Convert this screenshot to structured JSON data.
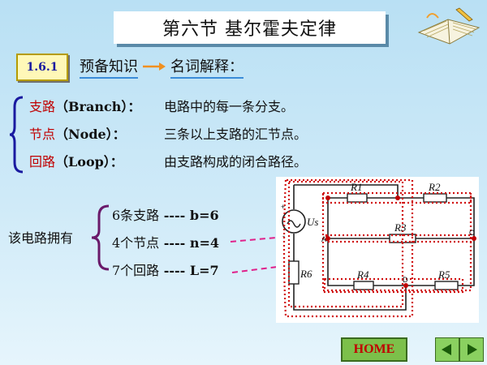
{
  "title": "第六节  基尔霍夫定律",
  "section": {
    "number": "1.6.1",
    "heading_left": "预备知识",
    "heading_right": "名词解释："
  },
  "definitions": [
    {
      "term": "支路",
      "english": "（Branch）：",
      "text": "电路中的每一条分支。"
    },
    {
      "term": "节点",
      "english": "（Node）：",
      "text": "三条以上支路的汇节点。"
    },
    {
      "term": "回路",
      "english": "（Loop）：",
      "text": "由支路构成的闭合路径。"
    }
  ],
  "summary": {
    "lead": "该电路拥有",
    "items": [
      {
        "cn": "6条支路",
        "formula": " ---- b=6"
      },
      {
        "cn": "4个节点",
        "formula": " ---- n=4"
      },
      {
        "cn": "7个回路",
        "formula": " ---- L=7"
      }
    ]
  },
  "circuit": {
    "labels": {
      "R1": "R1",
      "R2": "R2",
      "R3": "R3",
      "R4": "R4",
      "R5": "R5",
      "R6": "R6",
      "Us": "Us",
      "plus": "+",
      "minus": "-",
      "nodeA": "A",
      "nodeC": "C",
      "nodeD": "D"
    }
  },
  "nav": {
    "home": "HOME"
  },
  "colors": {
    "red": "#c00000",
    "blue": "#1a1aa0",
    "purple": "#6a1a6a",
    "pink_arrow": "#e0208a"
  }
}
